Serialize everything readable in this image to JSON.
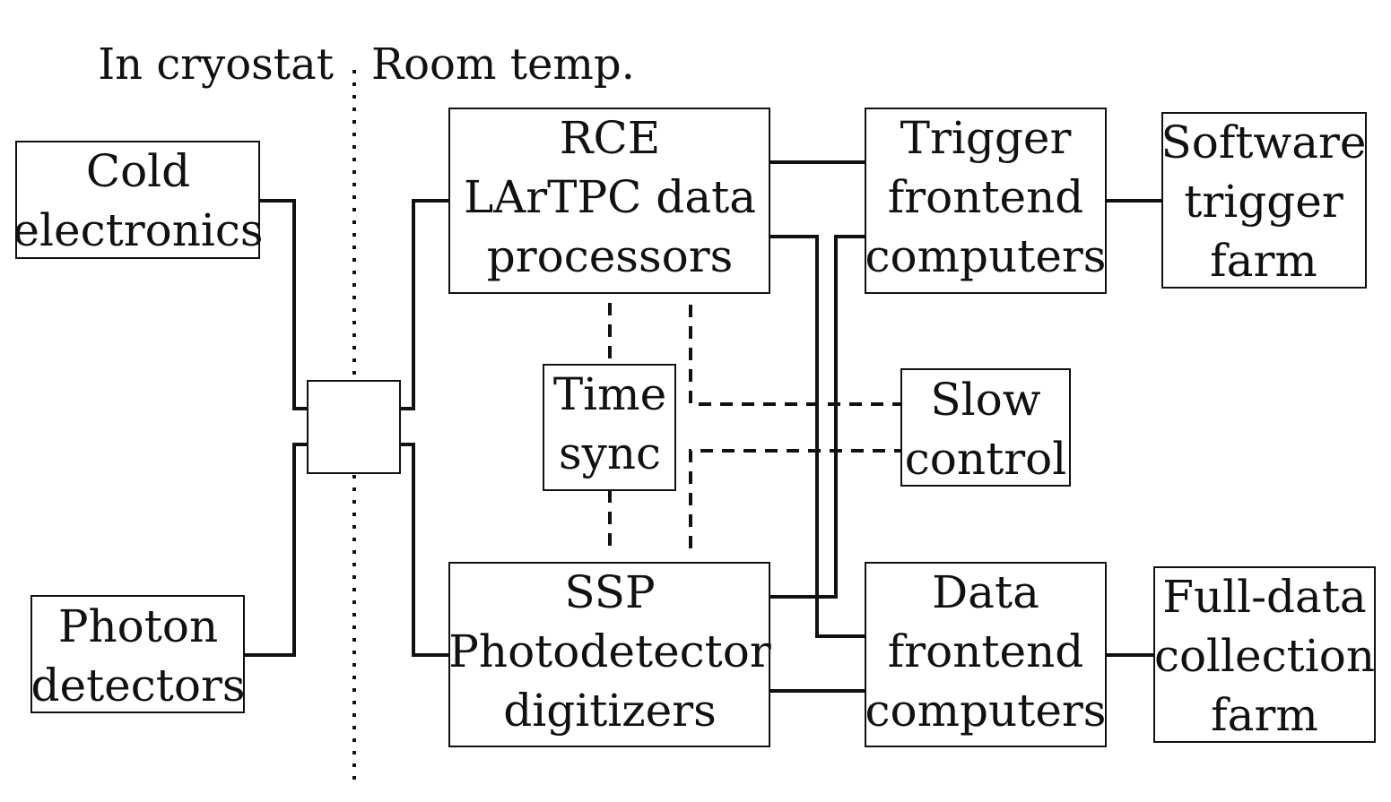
{
  "regions": {
    "left_label": "In cryostat",
    "right_label": "Room temp."
  },
  "boxes": {
    "cold_electronics": [
      "Cold",
      "electronics"
    ],
    "photon_detectors": [
      "Photon",
      "detectors"
    ],
    "rce": [
      "RCE",
      "LArTPC data",
      "processors"
    ],
    "ssp": [
      "SSP",
      "Photodetector",
      "digitizers"
    ],
    "time_sync": [
      "Time",
      "sync"
    ],
    "slow_control": [
      "Slow",
      "control"
    ],
    "trigger_frontend": [
      "Trigger",
      "frontend",
      "computers"
    ],
    "data_frontend": [
      "Data",
      "frontend",
      "computers"
    ],
    "software_trigger": [
      "Software",
      "trigger",
      "farm"
    ],
    "full_data": [
      "Full-data",
      "collection",
      "farm"
    ]
  }
}
